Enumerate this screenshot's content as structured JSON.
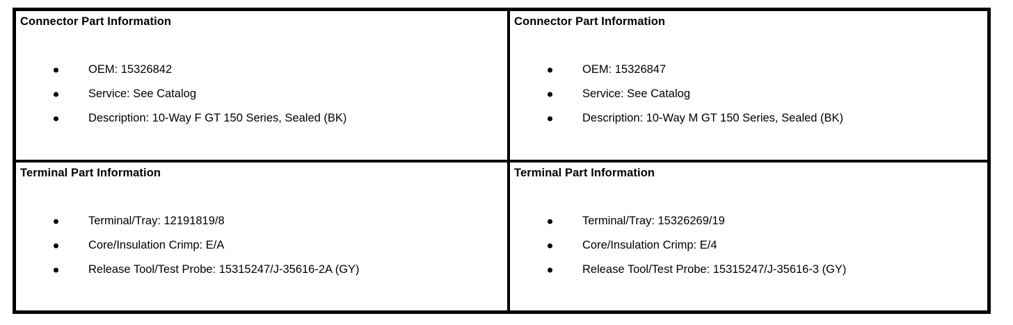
{
  "colors": {
    "border": "#000000",
    "background": "#ffffff",
    "text": "#000000"
  },
  "table": {
    "cells": [
      {
        "title": "Connector Part Information",
        "items": [
          "OEM: 15326842",
          "Service: See Catalog",
          "Description: 10-Way F GT 150 Series, Sealed (BK)"
        ]
      },
      {
        "title": "Connector Part Information",
        "items": [
          "OEM: 15326847",
          "Service: See Catalog",
          "Description: 10-Way M GT 150 Series, Sealed (BK)"
        ]
      },
      {
        "title": "Terminal Part Information",
        "items": [
          "Terminal/Tray: 12191819/8",
          "Core/Insulation Crimp: E/A",
          "Release Tool/Test Probe: 15315247/J-35616-2A (GY)"
        ]
      },
      {
        "title": "Terminal Part Information",
        "items": [
          "Terminal/Tray: 15326269/19",
          "Core/Insulation Crimp: E/4",
          "Release Tool/Test Probe: 15315247/J-35616-3 (GY)"
        ]
      }
    ]
  }
}
